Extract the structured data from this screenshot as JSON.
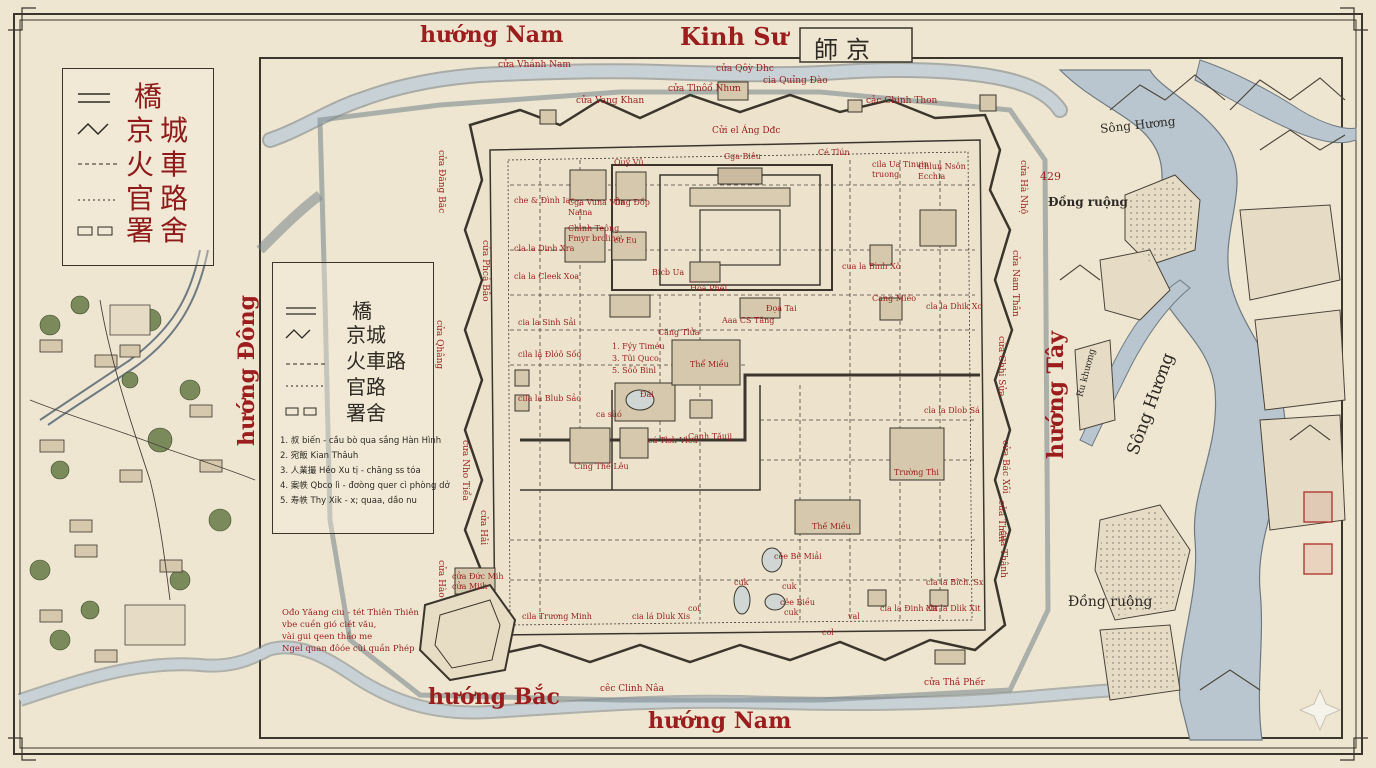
{
  "header": {
    "title": "Kinh Sư",
    "title_cjk": "師京",
    "north_label": "hướng Nam"
  },
  "compass": {
    "west_label": "hướng Đông",
    "east_label": "hướng Tây",
    "south_left_label": "hướng Bắc",
    "south_label": "hướng Nam"
  },
  "legend_outer": {
    "chars_left": [
      "京",
      "火",
      "官",
      "署"
    ],
    "chars_right": [
      "橋",
      "城",
      "車",
      "路",
      "舍"
    ]
  },
  "legend_inner": {
    "chars_top": "橋",
    "rows": [
      "京城",
      "火車路",
      "官路",
      "署舍"
    ],
    "entries": [
      "1. 叔  biến - cầu bò qua sắng Hàn Hình",
      "2. 宛飯  Kian Thâuh",
      "3. 人業撮  Héo Xu tị - chăng ss tóa",
      "4. 案帙  Qbco lì - đơòng quer cì phòng dở",
      "5. 寿帙  Thy Xik - x; quaa, dầo nu"
    ]
  },
  "note": [
    "Ođo Yăang ciu - tét Thiên Thiên",
    "vbe cuền gió ciét vău,",
    "vài gui qeen thắo me",
    "Ngel quan đôóe cũi quần Phép"
  ],
  "rivers": {
    "song_huong_top": "Sông Hương",
    "song_huong_main": "Sông Hương",
    "dong_ruong_top": "Đồng ruộng",
    "dong_ruong_bottom": "Đồng ruộng",
    "ru_khuong": "Ru khương",
    "number_429": "429"
  },
  "gates": {
    "top": [
      "cửa Vhánh Nam",
      "cửa Vang Khan",
      "cửa Tlnôổ Nhưn",
      "cửa Qôỳ Dhc",
      "cia Quỉng Đào",
      "cảc Chinh Thon"
    ],
    "bottom": [
      "cêc Clinh Nâa",
      "cửa Thắ Phếr"
    ],
    "left": [
      "cửa Đăng Băc",
      "cửa Phcá Bâo",
      "cửa Qhâng",
      "cửa Nho Tiểa",
      "cửa Hải",
      "cửa Hào"
    ],
    "right": [
      "cửa Hà Nhộ",
      "cửa Nam Thân",
      "cửa Chhi Sửa",
      "cửa Bác Xôi",
      "cửa Thân",
      "cửa Thânh"
    ]
  },
  "citadel": {
    "inner_top": "Cửi el Áng Dđc",
    "labels": [
      "Quỹ Vũ",
      "Cga Biêu",
      "Cé Tlún",
      "cila Ua Tinuin truong",
      "Chlun Nsôn Ecchia",
      "Cga Vuna Vila Naina",
      "Ông Đồp",
      "Chinh Teông Fmyr brcline",
      "cở Eu",
      "che & Đình Iac",
      "cla la Dinh Xra",
      "cla la Cleek Xoa",
      "Bicb Ua",
      "Hóa Phếl",
      "Aaa CS Tăng",
      "Đọa Tai",
      "Căng Tlửa",
      "cia la Sinh Sải",
      "cila la Đlóô Sốo",
      "cila la Blub Sảo",
      "1. Fýy Timéu",
      "3. Tũi Quco",
      "5. Sồô Binl",
      "Thể Miều",
      "ca sùó",
      "cá Tlsh Vleu",
      "Canh Tăuij",
      "Cĩng Thể Lêu",
      "cua la Bình Xô",
      "Cang Miêo",
      "cla la Dhik Xơ",
      "cla la Dlob Sá",
      "Trường Thi",
      "Thế Miều",
      "cila Trương Minh",
      "cia lá Dluk Xis",
      "coi",
      "cuk",
      "cuk",
      "cuk",
      "col",
      "val",
      "cla la Bîch. Sx",
      "cla la Đinh Xit",
      "cla la Dlik Xit",
      "cêe Bê Miải",
      "cêe Biều",
      "cửa Đức Mih",
      "cửa Miih",
      "Đái"
    ]
  },
  "colors": {
    "paper": "#efe6d2",
    "ink": "#2e2a24",
    "red": "#9b1d1d",
    "river": "#b9c6cf"
  }
}
